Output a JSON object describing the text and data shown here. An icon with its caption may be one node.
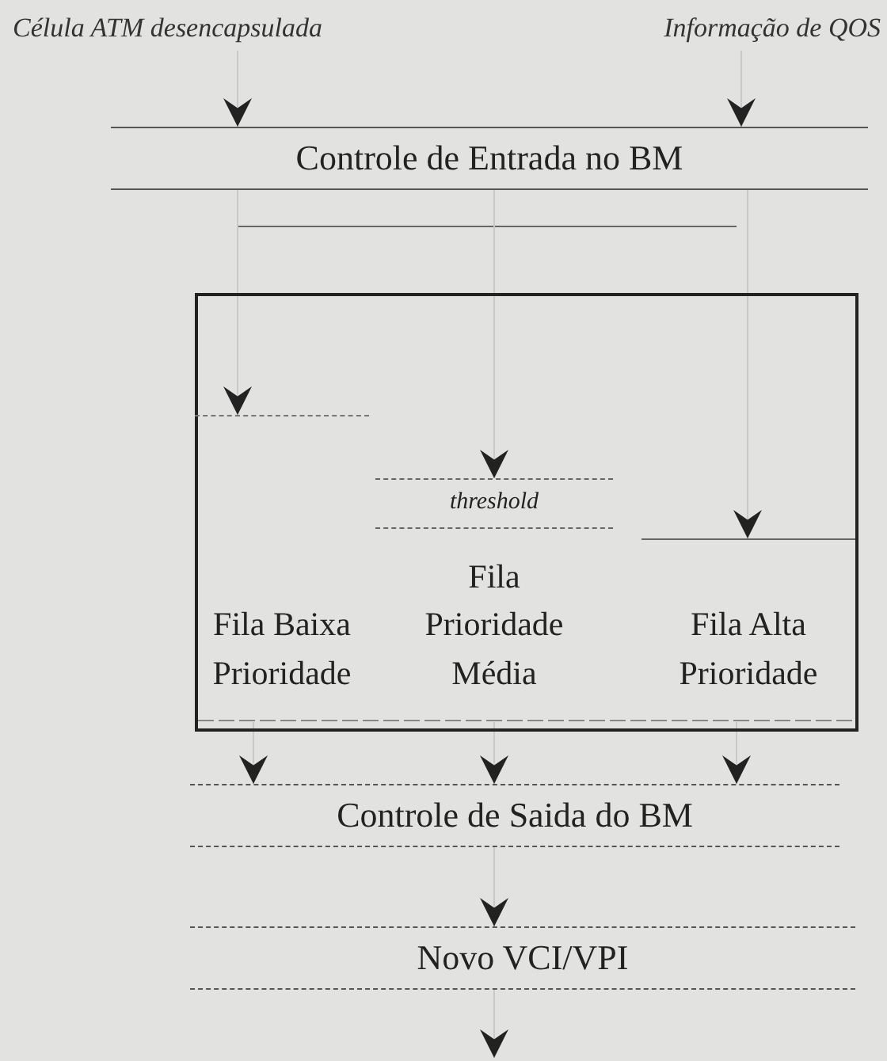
{
  "diagram": {
    "nodes": [
      {
        "text": [
          "Célula ATM desencapsulada"
        ]
      },
      {
        "text": [
          "Informação de QOS"
        ]
      },
      {
        "text": [
          "Controle de Entrada no BM"
        ]
      },
      {
        "text": [],
        "shape": "box"
      },
      {
        "text": [
          "Fila Baixa Prioridade"
        ],
        "in": 3
      },
      {
        "text": [
          "threshold"
        ],
        "in": 3
      },
      {
        "text": [
          "Fila Prioridade Média"
        ],
        "in": 3
      },
      {
        "text": [
          "Fila Alta Prioridade"
        ],
        "in": 3
      },
      {
        "text": [
          "Controle de Saida do BM"
        ]
      },
      {
        "text": [
          "Novo VCI/VPI"
        ]
      }
    ],
    "edges": [
      {
        "from": 0,
        "to": 2,
        "arrow": "to"
      },
      {
        "from": 1,
        "to": 2,
        "arrow": "to"
      },
      {
        "from": 2,
        "to": 4,
        "arrow": "to"
      },
      {
        "from": 2,
        "to": 5,
        "arrow": "to"
      },
      {
        "from": 2,
        "to": 7,
        "arrow": "to"
      },
      {
        "from": 4,
        "to": 8,
        "arrow": "to"
      },
      {
        "from": 6,
        "to": 8,
        "arrow": "to"
      },
      {
        "from": 7,
        "to": 8,
        "arrow": "to"
      },
      {
        "from": 8,
        "to": 9,
        "arrow": "to"
      },
      {
        "from": 9,
        "to": null,
        "arrow": "to"
      }
    ]
  }
}
